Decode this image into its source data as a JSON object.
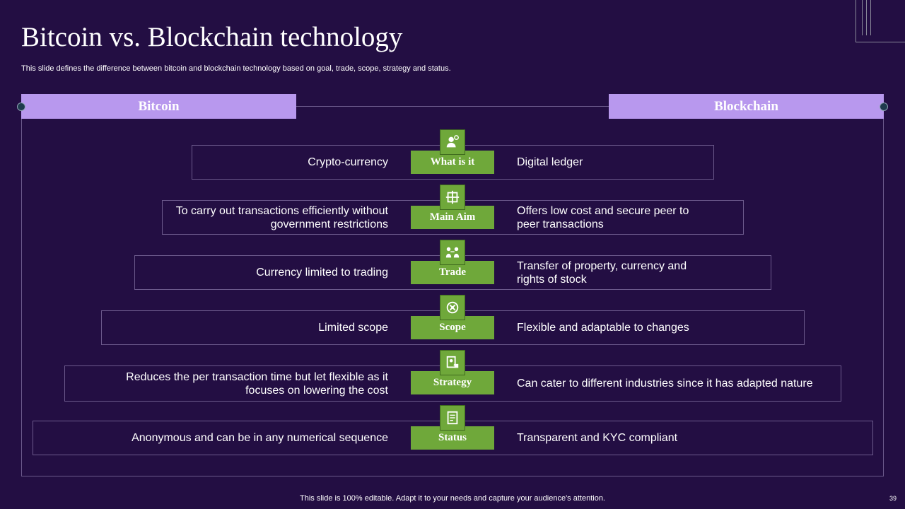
{
  "slide": {
    "title": "Bitcoin vs. Blockchain technology",
    "subtitle": "This slide defines the difference between bitcoin and blockchain technology based on goal, trade, scope, strategy and status.",
    "left_header": "Bitcoin",
    "right_header": "Blockchain",
    "footer": "This slide is 100% editable. Adapt it to your needs and capture your audience's attention.",
    "page_number": "39"
  },
  "rows": [
    {
      "label": "What is it",
      "icon": "person-icon",
      "left": "Crypto-currency",
      "right": "Digital ledger"
    },
    {
      "label": "Main Aim",
      "icon": "target-icon",
      "left": "To carry out transactions efficiently without government restrictions",
      "right": "Offers low cost and secure peer to peer transactions"
    },
    {
      "label": "Trade",
      "icon": "exchange-icon",
      "left": "Currency limited to trading",
      "right": "Transfer of property, currency and rights of stock"
    },
    {
      "label": "Scope",
      "icon": "scope-icon",
      "left": "Limited scope",
      "right": "Flexible and adaptable to changes"
    },
    {
      "label": "Strategy",
      "icon": "strategy-icon",
      "left": "Reduces the per transaction time but let flexible as it focuses on lowering the cost",
      "right": "Can cater to different industries since it has adapted nature"
    },
    {
      "label": "Status",
      "icon": "checklist-icon",
      "left": "Anonymous and can be in any numerical sequence",
      "right": "Transparent and KYC compliant"
    }
  ],
  "colors": {
    "background": "#230e43",
    "header": "#b898ee",
    "label": "#6fa83a",
    "border": "#6c5a8c"
  }
}
